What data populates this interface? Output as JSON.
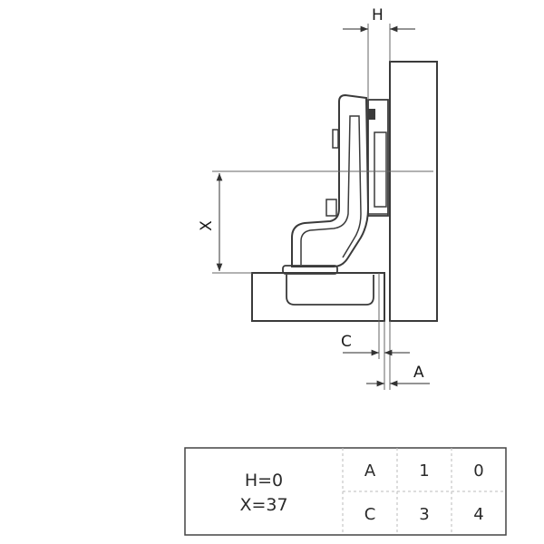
{
  "dimension_labels": {
    "h": "H",
    "x": "X",
    "c": "C",
    "a": "A"
  },
  "table": {
    "params": [
      "H=0",
      "X=37"
    ],
    "rows": [
      {
        "label": "A",
        "values": [
          "1",
          "0"
        ]
      },
      {
        "label": "C",
        "values": [
          "3",
          "4"
        ]
      }
    ]
  },
  "colors": {
    "line": "#3a3a3a",
    "dim_line": "#555555",
    "text": "#1a1a1a",
    "table_border": "#444444",
    "table_divider": "#bbbbbb"
  }
}
